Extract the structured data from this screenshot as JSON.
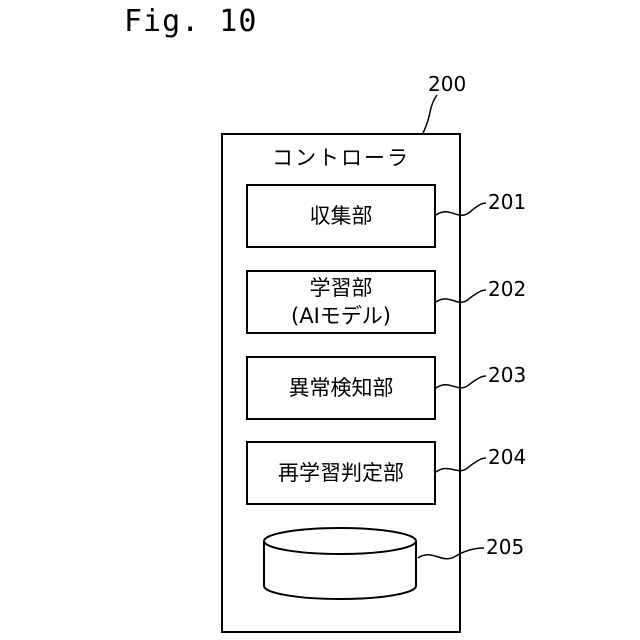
{
  "figure": {
    "title": "Fig. 10"
  },
  "controller": {
    "ref": "200",
    "label": "コントローラ"
  },
  "units": [
    {
      "ref": "201",
      "lines": [
        "収集部"
      ]
    },
    {
      "ref": "202",
      "lines": [
        "学習部",
        "(AIモデル)"
      ]
    },
    {
      "ref": "203",
      "lines": [
        "異常検知部"
      ]
    },
    {
      "ref": "204",
      "lines": [
        "再学習判定部"
      ]
    }
  ],
  "storage": {
    "ref": "205"
  }
}
